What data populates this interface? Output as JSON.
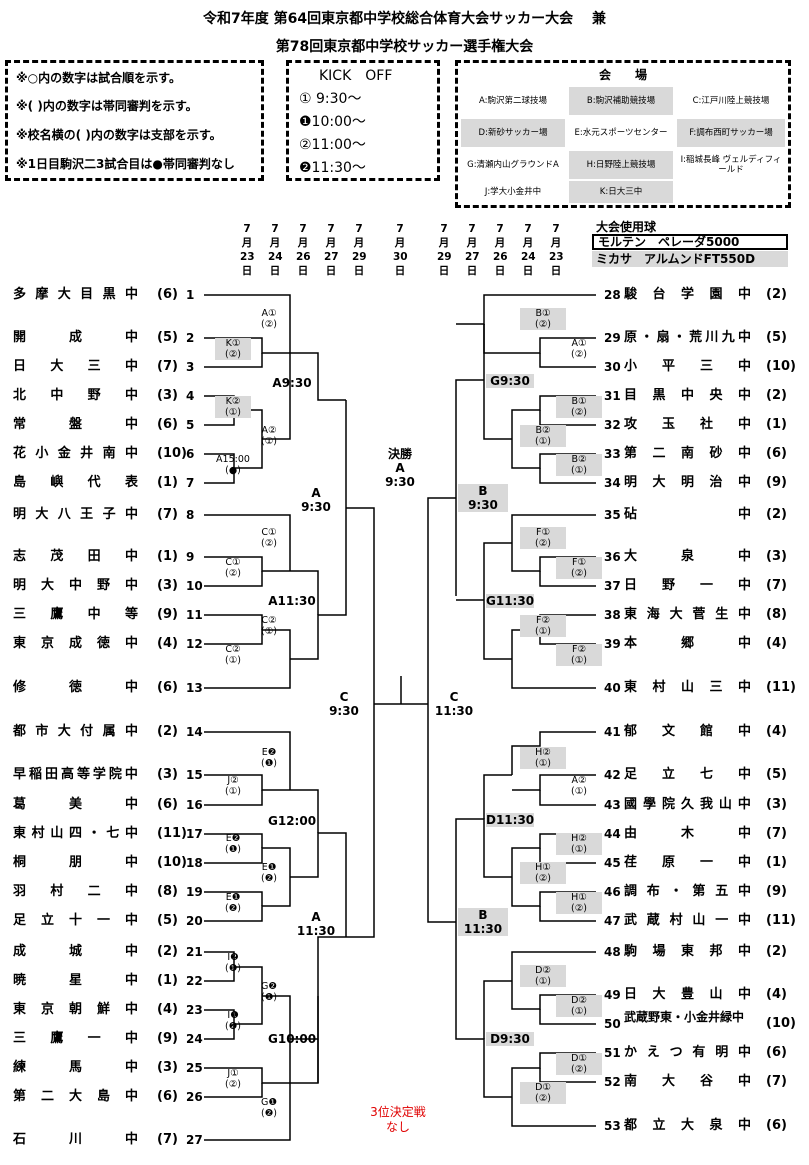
{
  "header": {
    "title1": "令和7年度 第64回東京都中学校総合体育大会サッカー大会　 兼",
    "title2": "第78回東京都中学校サッカー選手権大会"
  },
  "notes": [
    "※○内の数字は試合順を示す。",
    "※( )内の数字は帯同審判を示す。",
    "※校名横の( )内の数字は支部を示す。",
    "※1日目駒沢二3試合目は●帯同審判なし"
  ],
  "kickoff": {
    "title": "KICK　OFF",
    "times": [
      "① 9:30～",
      "❶10:00～",
      "②11:00～",
      "❷11:30～"
    ]
  },
  "venues": {
    "title": "会　　場",
    "cells": [
      {
        "text": "A:駒沢第二球技場",
        "shade": false
      },
      {
        "text": "B:駒沢補助競技場",
        "shade": true
      },
      {
        "text": "C:江戸川陸上競技場",
        "shade": false
      },
      {
        "text": "D:新砂サッカー場",
        "shade": true
      },
      {
        "text": "E:水元スポーツセンター",
        "shade": false
      },
      {
        "text": "F:調布西町サッカー場",
        "shade": true
      },
      {
        "text": "G:清瀬内山グラウンドA",
        "shade": false
      },
      {
        "text": "H:日野陸上競技場",
        "shade": true
      },
      {
        "text": "I:稲城長峰 ヴェルディフィールド",
        "shade": false
      },
      {
        "text": "J:学大小金井中",
        "shade": false
      },
      {
        "text": "K:日大三中",
        "shade": true
      }
    ]
  },
  "ball": {
    "title": "大会使用球",
    "items": [
      "モルテン　ペレーダ5000",
      "ミカサ　アルムンドFT550D"
    ]
  },
  "dates": {
    "left": [
      [
        "7",
        "月",
        "23",
        "日"
      ],
      [
        "7",
        "月",
        "24",
        "日"
      ],
      [
        "7",
        "月",
        "26",
        "日"
      ],
      [
        "7",
        "月",
        "27",
        "日"
      ],
      [
        "7",
        "月",
        "29",
        "日"
      ]
    ],
    "center": [
      "7",
      "月",
      "30",
      "日"
    ],
    "right": [
      [
        "7",
        "月",
        "29",
        "日"
      ],
      [
        "7",
        "月",
        "27",
        "日"
      ],
      [
        "7",
        "月",
        "26",
        "日"
      ],
      [
        "7",
        "月",
        "24",
        "日"
      ],
      [
        "7",
        "月",
        "23",
        "日"
      ]
    ]
  },
  "teams_left": [
    {
      "no": "1",
      "name": "多摩大目黒中",
      "branch": "(6)"
    },
    {
      "no": "2",
      "name": "開成中",
      "branch": "(5)"
    },
    {
      "no": "3",
      "name": "日大三中",
      "branch": "(7)"
    },
    {
      "no": "4",
      "name": "北中野中",
      "branch": "(3)"
    },
    {
      "no": "5",
      "name": "常盤中",
      "branch": "(6)"
    },
    {
      "no": "6",
      "name": "花小金井南中",
      "branch": "(10)"
    },
    {
      "no": "7",
      "name": "島嶼代表",
      "branch": "(1)"
    },
    {
      "no": "8",
      "name": "明大八王子中",
      "branch": "(7)"
    },
    {
      "no": "9",
      "name": "志茂田中",
      "branch": "(1)"
    },
    {
      "no": "10",
      "name": "明大中野中",
      "branch": "(3)"
    },
    {
      "no": "11",
      "name": "三鷹中等",
      "branch": "(9)"
    },
    {
      "no": "12",
      "name": "東京成徳中",
      "branch": "(4)"
    },
    {
      "no": "13",
      "name": "修徳中",
      "branch": "(6)"
    },
    {
      "no": "14",
      "name": "都市大付属中",
      "branch": "(2)"
    },
    {
      "no": "15",
      "name": "早稲田高等学院中",
      "branch": "(3)"
    },
    {
      "no": "16",
      "name": "葛美中",
      "branch": "(6)"
    },
    {
      "no": "17",
      "name": "東村山四・七中",
      "branch": "(11)"
    },
    {
      "no": "18",
      "name": "桐朋中",
      "branch": "(10)"
    },
    {
      "no": "19",
      "name": "羽村二中",
      "branch": "(8)"
    },
    {
      "no": "20",
      "name": "足立十一中",
      "branch": "(5)"
    },
    {
      "no": "21",
      "name": "成城中",
      "branch": "(2)"
    },
    {
      "no": "22",
      "name": "暁星中",
      "branch": "(1)"
    },
    {
      "no": "23",
      "name": "東京朝鮮中",
      "branch": "(4)"
    },
    {
      "no": "24",
      "name": "三鷹一中",
      "branch": "(9)"
    },
    {
      "no": "25",
      "name": "練馬中",
      "branch": "(3)"
    },
    {
      "no": "26",
      "name": "第二大島中",
      "branch": "(6)"
    },
    {
      "no": "27",
      "name": "石川中",
      "branch": "(7)"
    }
  ],
  "teams_right": [
    {
      "no": "28",
      "name": "駿台学園中",
      "branch": "(2)"
    },
    {
      "no": "29",
      "name": "原・扇・荒川九中",
      "branch": "(5)"
    },
    {
      "no": "30",
      "name": "小平三中",
      "branch": "(10)"
    },
    {
      "no": "31",
      "name": "目黒中央中",
      "branch": "(2)"
    },
    {
      "no": "32",
      "name": "攻玉社中",
      "branch": "(1)"
    },
    {
      "no": "33",
      "name": "第二南砂中",
      "branch": "(6)"
    },
    {
      "no": "34",
      "name": "明大明治中",
      "branch": "(9)"
    },
    {
      "no": "35",
      "name": "砧中",
      "branch": "(2)"
    },
    {
      "no": "36",
      "name": "大泉中",
      "branch": "(3)"
    },
    {
      "no": "37",
      "name": "日野一中",
      "branch": "(7)"
    },
    {
      "no": "38",
      "name": "東海大菅生中",
      "branch": "(8)"
    },
    {
      "no": "39",
      "name": "本郷中",
      "branch": "(4)"
    },
    {
      "no": "40",
      "name": "東村山三中",
      "branch": "(11)"
    },
    {
      "no": "41",
      "name": "郁文館中",
      "branch": "(4)"
    },
    {
      "no": "42",
      "name": "足立七中",
      "branch": "(5)"
    },
    {
      "no": "43",
      "name": "國學院久我山中",
      "branch": "(3)"
    },
    {
      "no": "44",
      "name": "由木中",
      "branch": "(7)"
    },
    {
      "no": "45",
      "name": "荏原一中",
      "branch": "(1)"
    },
    {
      "no": "46",
      "name": "調布・第五中",
      "branch": "(9)"
    },
    {
      "no": "47",
      "name": "武蔵村山一中",
      "branch": "(11)"
    },
    {
      "no": "48",
      "name": "駒場東邦中",
      "branch": "(2)"
    },
    {
      "no": "49",
      "name": "日大豊山中",
      "branch": "(4)"
    },
    {
      "no": "50",
      "name": "武蔵野東・小金井緑中",
      "branch": "(10)"
    },
    {
      "no": "51",
      "name": "かえつ有明中",
      "branch": "(6)"
    },
    {
      "no": "52",
      "name": "南大谷中",
      "branch": "(7)"
    },
    {
      "no": "53",
      "name": "都立大泉中",
      "branch": "(6)"
    }
  ],
  "labels_left": [
    {
      "t": "A①",
      "b": "(②)",
      "shade": false
    },
    {
      "t": "K①",
      "b": "(②)",
      "shade": true
    },
    {
      "t": "K②",
      "b": "(①)",
      "shade": true
    },
    {
      "t": "A②",
      "b": "(①)",
      "shade": false
    },
    {
      "t": "A15:00",
      "b": "(●)",
      "shade": false
    },
    {
      "t": "C①",
      "b": "(②)",
      "shade": false
    },
    {
      "t": "C①",
      "b": "(②)",
      "shade": false
    },
    {
      "t": "C②",
      "b": "(①)",
      "shade": false
    },
    {
      "t": "C②",
      "b": "(①)",
      "shade": false
    },
    {
      "t": "E❷",
      "b": "(❶)",
      "shade": false
    },
    {
      "t": "J②",
      "b": "(①)",
      "shade": false
    },
    {
      "t": "E❷",
      "b": "(❶)",
      "shade": false
    },
    {
      "t": "E❶",
      "b": "(❷)",
      "shade": false
    },
    {
      "t": "E❶",
      "b": "(❷)",
      "shade": false
    },
    {
      "t": "I❷",
      "b": "(❶)",
      "shade": false
    },
    {
      "t": "G❷",
      "b": "(❶)",
      "shade": false
    },
    {
      "t": "I❶",
      "b": "(❷)",
      "shade": false
    },
    {
      "t": "J①",
      "b": "(②)",
      "shade": false
    },
    {
      "t": "G❶",
      "b": "(❷)",
      "shade": false
    }
  ],
  "labels_right": [
    {
      "t": "B①",
      "b": "(②)",
      "shade": true
    },
    {
      "t": "A①",
      "b": "(②)",
      "shade": false
    },
    {
      "t": "B①",
      "b": "(②)",
      "shade": true
    },
    {
      "t": "B②",
      "b": "(①)",
      "shade": true
    },
    {
      "t": "B②",
      "b": "(①)",
      "shade": true
    },
    {
      "t": "F①",
      "b": "(②)",
      "shade": true
    },
    {
      "t": "F①",
      "b": "(②)",
      "shade": true
    },
    {
      "t": "F②",
      "b": "(①)",
      "shade": true
    },
    {
      "t": "F②",
      "b": "(①)",
      "shade": true
    },
    {
      "t": "H②",
      "b": "(①)",
      "shade": true
    },
    {
      "t": "A②",
      "b": "(①)",
      "shade": false
    },
    {
      "t": "H②",
      "b": "(①)",
      "shade": true
    },
    {
      "t": "H①",
      "b": "(②)",
      "shade": true
    },
    {
      "t": "H①",
      "b": "(②)",
      "shade": true
    },
    {
      "t": "D②",
      "b": "(①)",
      "shade": true
    },
    {
      "t": "D②",
      "b": "(①)",
      "shade": true
    },
    {
      "t": "D①",
      "b": "(②)",
      "shade": true
    },
    {
      "t": "D①",
      "b": "(②)",
      "shade": true
    }
  ],
  "rounds": {
    "l_a930": "A9:30",
    "l_a1130": "A11:30",
    "l_g1200": "G12:00",
    "l_g1000": "G10:00",
    "l_a_qf1": [
      "A",
      "9:30"
    ],
    "l_a_qf2": [
      "A",
      "11:30"
    ],
    "l_c_sf": [
      "C",
      "9:30"
    ],
    "final": [
      "決勝",
      "A",
      "9:30"
    ],
    "r_g930": "G9:30",
    "r_g1130": "G11:30",
    "r_d1130": "D11:30",
    "r_d930": "D9:30",
    "r_b_qf1": [
      "B",
      "9:30"
    ],
    "r_b_qf2": [
      "B",
      "11:30"
    ],
    "r_c_sf": [
      "C",
      "11:30"
    ]
  },
  "third_place": [
    "3位決定戦",
    "なし"
  ]
}
